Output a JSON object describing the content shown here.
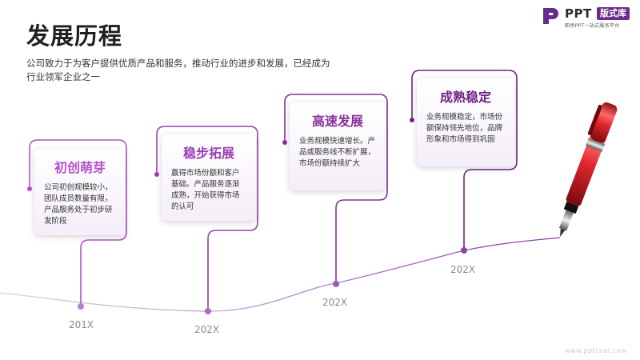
{
  "title": "发展历程",
  "subtitle": "公司致力于为客户提供优质产品和服务，推动行业的进步和发展，已经成为行业领军企业之一",
  "logo": {
    "text": "PPT",
    "badge": "版式库",
    "tagline": "职场PPT一站式服务平台"
  },
  "milestones": [
    {
      "year": "201X",
      "title": "初创萌芽",
      "desc": "公司初创规模较小，团队成员数量有限，产品服务处于初步研发阶段",
      "color": "#b452c8"
    },
    {
      "year": "202X",
      "title": "稳步拓展",
      "desc": "赢得市场份额和客户基础。产品服务逐渐成熟，开始获得市场的认可",
      "color": "#9b3fb4"
    },
    {
      "year": "202X",
      "title": "高速发展",
      "desc": "业务规模快速增长。产品或服务线不断扩展，市场份额持续扩大",
      "color": "#86309c"
    },
    {
      "year": "202X",
      "title": "成熟稳定",
      "desc": "业务规模稳定，市场份额保持领先地位，品牌形象和市场得到巩固",
      "color": "#6f2486"
    }
  ],
  "watermark": "www.pptcool.com",
  "colors": {
    "accent": "#7b2d94",
    "line": "#a86bc0"
  }
}
